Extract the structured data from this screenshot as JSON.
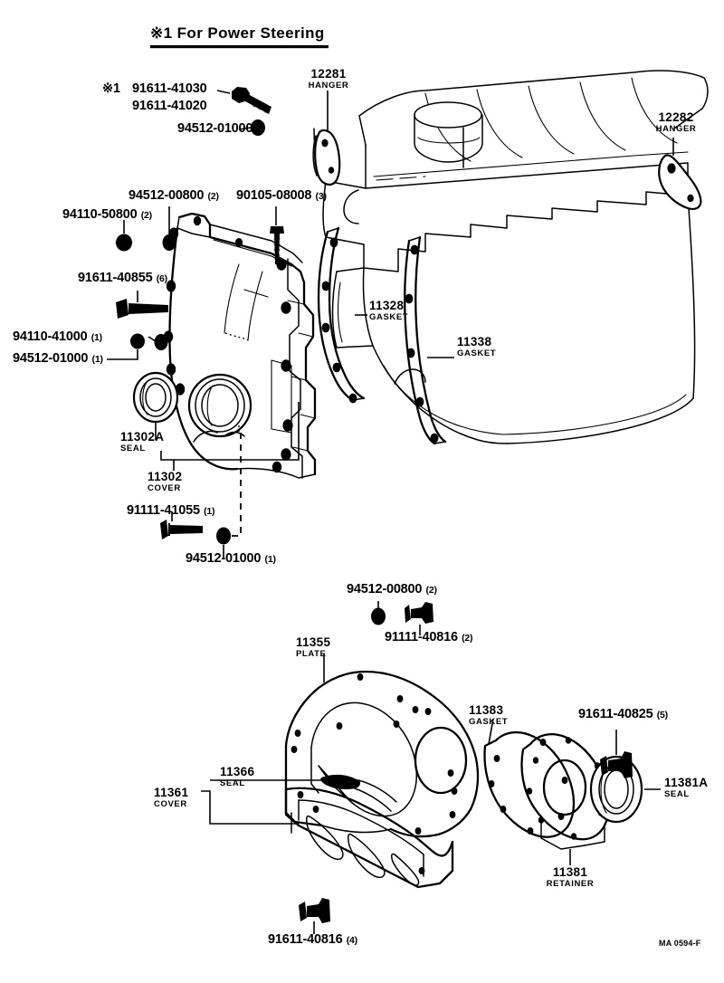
{
  "document": {
    "header_note": "※1  For Power Steering",
    "footer_code": "MA 0594-F"
  },
  "labels": {
    "ps_prefix": "※1",
    "bolt_91611_41030": "91611-41030",
    "bolt_91611_41020": "91611-41020",
    "washer_94512_01000_top": "94512-01000",
    "hanger_12281_num": "12281",
    "hanger_12281_name": "HANGER",
    "hanger_12282_num": "12282",
    "hanger_12282_name": "HANGER",
    "washer_94512_00800": "94512-00800",
    "washer_94512_00800_qty": "(2)",
    "stud_90105_08008": "90105-08008",
    "stud_90105_08008_qty": "(3)",
    "nut_94110_50800": "94110-50800",
    "nut_94110_50800_qty": "(2)",
    "bolt_91611_40855": "91611-40855",
    "bolt_91611_40855_qty": "(6)",
    "nut_94110_41000": "94110-41000",
    "nut_94110_41000_qty": "(1)",
    "washer_94512_01000_mid": "94512-01000",
    "washer_94512_01000_mid_qty": "(1)",
    "gasket_11328_num": "11328",
    "gasket_11328_name": "GASKET",
    "gasket_11338_num": "11338",
    "gasket_11338_name": "GASKET",
    "seal_11302A_num": "11302A",
    "seal_11302A_name": "SEAL",
    "cover_11302_num": "11302",
    "cover_11302_name": "COVER",
    "bolt_91111_41055": "91111-41055",
    "bolt_91111_41055_qty": "(1)",
    "washer_94512_01000_low": "94512-01000",
    "washer_94512_01000_low_qty": "(1)",
    "washer_94512_00800_b": "94512-00800",
    "washer_94512_00800_b_qty": "(2)",
    "bolt_91111_40816": "91111-40816",
    "bolt_91111_40816_qty": "(2)",
    "plate_11355_num": "11355",
    "plate_11355_name": "PLATE",
    "gasket_11383_num": "11383",
    "gasket_11383_name": "GASKET",
    "bolt_91611_40825": "91611-40825",
    "bolt_91611_40825_qty": "(5)",
    "seal_11366_num": "11366",
    "seal_11366_name": "SEAL",
    "cover_11361_num": "11361",
    "cover_11361_name": "COVER",
    "seal_11381A_num": "11381A",
    "seal_11381A_name": "SEAL",
    "retainer_11381_num": "11381",
    "retainer_11381_name": "RETAINER",
    "bolt_91611_40816": "91611-40816",
    "bolt_91611_40816_qty": "(4)"
  }
}
